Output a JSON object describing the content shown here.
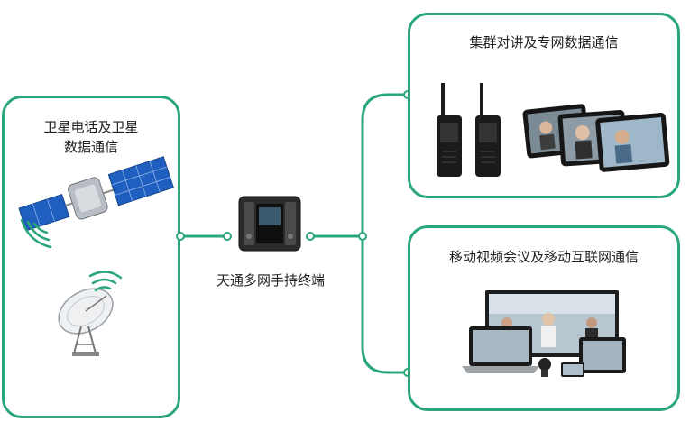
{
  "left_box": {
    "title_line1": "卫星电话及卫星",
    "title_line2": "数据通信",
    "images": [
      {
        "name": "satellite-illustration"
      },
      {
        "name": "satellite-dish-illustration"
      }
    ]
  },
  "center": {
    "label": "天通多网手持终端",
    "image": "handheld-terminal-illustration"
  },
  "top_right_box": {
    "title": "集群对讲及专网数据通信",
    "images": [
      {
        "name": "walkie-talkie-illustration"
      },
      {
        "name": "tablet-video-call-illustration"
      }
    ]
  },
  "bottom_right_box": {
    "title": "移动视频会议及移动互联网通信",
    "images": [
      {
        "name": "video-conference-devices-illustration"
      }
    ]
  },
  "colors": {
    "accent": "#2aa779",
    "solar_panel": "#1f5fbf",
    "device_dark": "#1b1b1b"
  }
}
